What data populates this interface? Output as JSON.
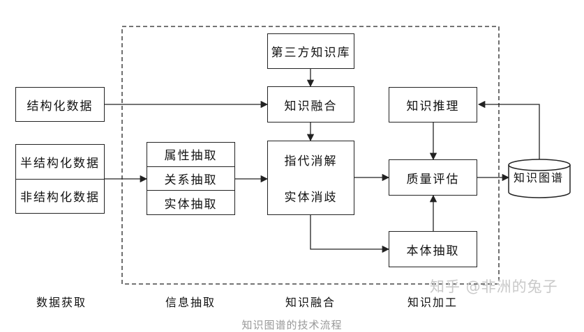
{
  "nodes": {
    "third_party_kb": "第三方知识库",
    "structured_data": "结构化数据",
    "semi_structured_data": "半结构化数据",
    "unstructured_data": "非结构化数据",
    "knowledge_fusion": "知识融合",
    "attribute_extraction": "属性抽取",
    "relation_extraction": "关系抽取",
    "entity_extraction": "实体抽取",
    "coreference_resolution": "指代消解",
    "entity_disambiguation": "实体消歧",
    "knowledge_reasoning": "知识推理",
    "quality_assessment": "质量评估",
    "ontology_extraction": "本体抽取",
    "knowledge_graph": "知识图谱"
  },
  "stages": {
    "data_acquisition": "数据获取",
    "information_extraction": "信息抽取",
    "knowledge_fusion": "知识融合",
    "knowledge_processing": "知识加工"
  },
  "caption": "知识图谱的技术流程",
  "watermark": "知乎 @非洲的兔子"
}
